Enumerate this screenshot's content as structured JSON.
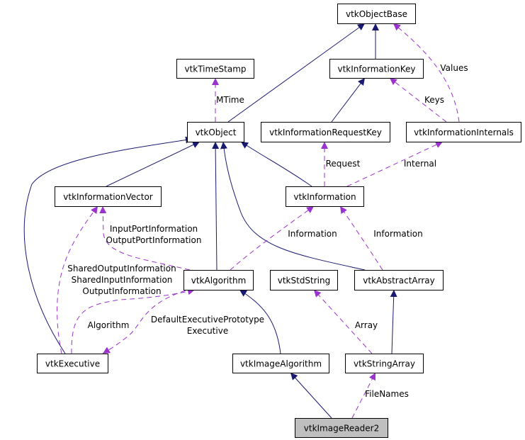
{
  "colors": {
    "inheritance": "#191970",
    "usage": "#9a32cd",
    "focus_fill": "#bfbfbf"
  },
  "nodes": [
    {
      "id": "vtkObjectBase",
      "label": "vtkObjectBase"
    },
    {
      "id": "vtkTimeStamp",
      "label": "vtkTimeStamp"
    },
    {
      "id": "vtkInformationKey",
      "label": "vtkInformationKey"
    },
    {
      "id": "vtkObject",
      "label": "vtkObject"
    },
    {
      "id": "vtkInformationRequestKey",
      "label": "vtkInformationRequestKey"
    },
    {
      "id": "vtkInformationInternals",
      "label": "vtkInformationInternals"
    },
    {
      "id": "vtkInformationVector",
      "label": "vtkInformationVector"
    },
    {
      "id": "vtkInformation",
      "label": "vtkInformation"
    },
    {
      "id": "vtkAlgorithm",
      "label": "vtkAlgorithm"
    },
    {
      "id": "vtkStdString",
      "label": "vtkStdString"
    },
    {
      "id": "vtkAbstractArray",
      "label": "vtkAbstractArray"
    },
    {
      "id": "vtkExecutive",
      "label": "vtkExecutive"
    },
    {
      "id": "vtkImageAlgorithm",
      "label": "vtkImageAlgorithm"
    },
    {
      "id": "vtkStringArray",
      "label": "vtkStringArray"
    },
    {
      "id": "vtkImageReader2",
      "label": "vtkImageReader2",
      "focus": true
    }
  ],
  "edges": [
    {
      "from": "vtkObject",
      "to": "vtkObjectBase",
      "kind": "inherit",
      "labels": []
    },
    {
      "from": "vtkInformationKey",
      "to": "vtkObjectBase",
      "kind": "inherit",
      "labels": []
    },
    {
      "from": "vtkInformationInternals",
      "to": "vtkObjectBase",
      "kind": "usage",
      "labels": [
        "Values"
      ]
    },
    {
      "from": "vtkObject",
      "to": "vtkTimeStamp",
      "kind": "usage",
      "labels": [
        "MTime"
      ]
    },
    {
      "from": "vtkInformationRequestKey",
      "to": "vtkInformationKey",
      "kind": "inherit",
      "labels": []
    },
    {
      "from": "vtkInformationInternals",
      "to": "vtkInformationKey",
      "kind": "usage",
      "labels": [
        "Keys"
      ]
    },
    {
      "from": "vtkInformationVector",
      "to": "vtkObject",
      "kind": "inherit",
      "labels": []
    },
    {
      "from": "vtkInformation",
      "to": "vtkObject",
      "kind": "inherit",
      "labels": []
    },
    {
      "from": "vtkInformation",
      "to": "vtkInformationRequestKey",
      "kind": "usage",
      "labels": [
        "Request"
      ]
    },
    {
      "from": "vtkInformation",
      "to": "vtkInformationInternals",
      "kind": "usage",
      "labels": [
        "Internal"
      ]
    },
    {
      "from": "vtkAlgorithm",
      "to": "vtkObject",
      "kind": "inherit",
      "labels": []
    },
    {
      "from": "vtkExecutive",
      "to": "vtkObject",
      "kind": "inherit",
      "labels": []
    },
    {
      "from": "vtkAbstractArray",
      "to": "vtkObject",
      "kind": "inherit",
      "labels": []
    },
    {
      "from": "vtkAlgorithm",
      "to": "vtkInformationVector",
      "kind": "usage",
      "labels": [
        "InputPortInformation",
        "OutputPortInformation"
      ]
    },
    {
      "from": "vtkAlgorithm",
      "to": "vtkInformation",
      "kind": "usage",
      "labels": [
        "Information"
      ]
    },
    {
      "from": "vtkAbstractArray",
      "to": "vtkInformation",
      "kind": "usage",
      "labels": [
        "Information"
      ]
    },
    {
      "from": "vtkExecutive",
      "to": "vtkInformationVector",
      "kind": "usage",
      "labels": [
        "SharedOutputInformation",
        "SharedInputInformation",
        "OutputInformation"
      ]
    },
    {
      "from": "vtkExecutive",
      "to": "vtkAlgorithm",
      "kind": "usage",
      "labels": [
        "Algorithm"
      ]
    },
    {
      "from": "vtkAlgorithm",
      "to": "vtkExecutive",
      "kind": "usage",
      "labels": [
        "DefaultExecutivePrototype",
        "Executive"
      ]
    },
    {
      "from": "vtkImageAlgorithm",
      "to": "vtkAlgorithm",
      "kind": "inherit",
      "labels": []
    },
    {
      "from": "vtkStringArray",
      "to": "vtkAbstractArray",
      "kind": "inherit",
      "labels": []
    },
    {
      "from": "vtkStringArray",
      "to": "vtkStdString",
      "kind": "usage",
      "labels": [
        "Array"
      ]
    },
    {
      "from": "vtkImageReader2",
      "to": "vtkImageAlgorithm",
      "kind": "inherit",
      "labels": []
    },
    {
      "from": "vtkImageReader2",
      "to": "vtkStringArray",
      "kind": "usage",
      "labels": [
        "FileNames"
      ]
    }
  ]
}
